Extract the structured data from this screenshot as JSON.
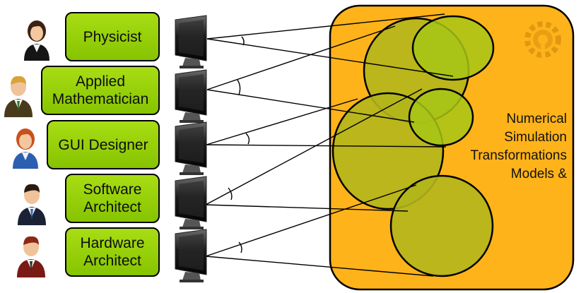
{
  "roles": [
    {
      "lines": [
        "Physicist"
      ],
      "avatar": "woman-avatar-icon"
    },
    {
      "lines": [
        "Applied",
        "Mathematician"
      ],
      "avatar": "man-avatar-icon"
    },
    {
      "lines": [
        "GUI Designer"
      ],
      "avatar": "woman-avatar-icon"
    },
    {
      "lines": [
        "Software",
        "Architect"
      ],
      "avatar": "man-avatar-icon"
    },
    {
      "lines": [
        "Hardware",
        "Architect"
      ],
      "avatar": "man-avatar-icon"
    }
  ],
  "model_panel": {
    "lines": [
      "Numerical",
      "Simulation",
      "Transformations",
      "Models &"
    ],
    "icon": "gear-icon"
  },
  "colors": {
    "label_fill": "#95cf0a",
    "panel_fill": "#ffb31a",
    "lens_fill": "#b7bd1c",
    "lens_fill_light": "#a8c814"
  }
}
